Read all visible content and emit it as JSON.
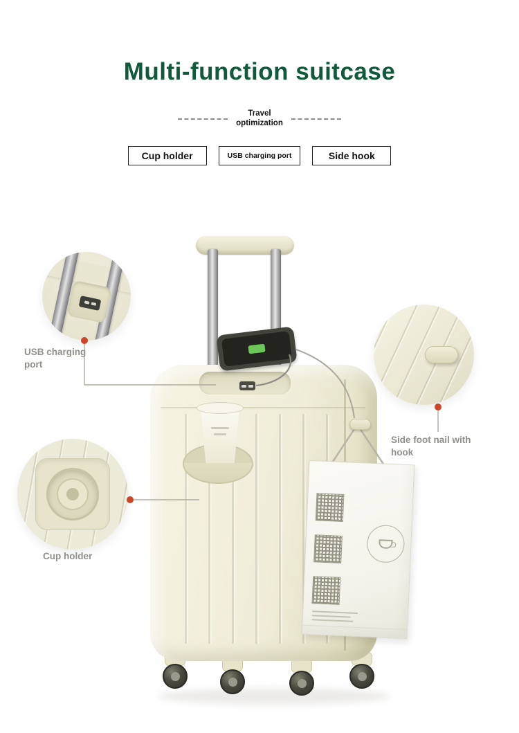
{
  "page": {
    "title": "Multi-function suitcase",
    "subtitle": [
      "Travel",
      "optimization"
    ]
  },
  "features": [
    "Cup holder",
    "USB charging port",
    "Side hook"
  ],
  "callouts": {
    "usb": {
      "line1": "USB charging",
      "line2": "port"
    },
    "hook": {
      "line1": "Side foot nail with",
      "line2": "hook"
    },
    "cup": {
      "label": "Cup holder"
    }
  },
  "colors": {
    "title_green": "#0f5a39",
    "accent_dot_orange": "#cb4526",
    "suitcase_cream": "#f0edd9",
    "label_gray": "#90908a"
  }
}
